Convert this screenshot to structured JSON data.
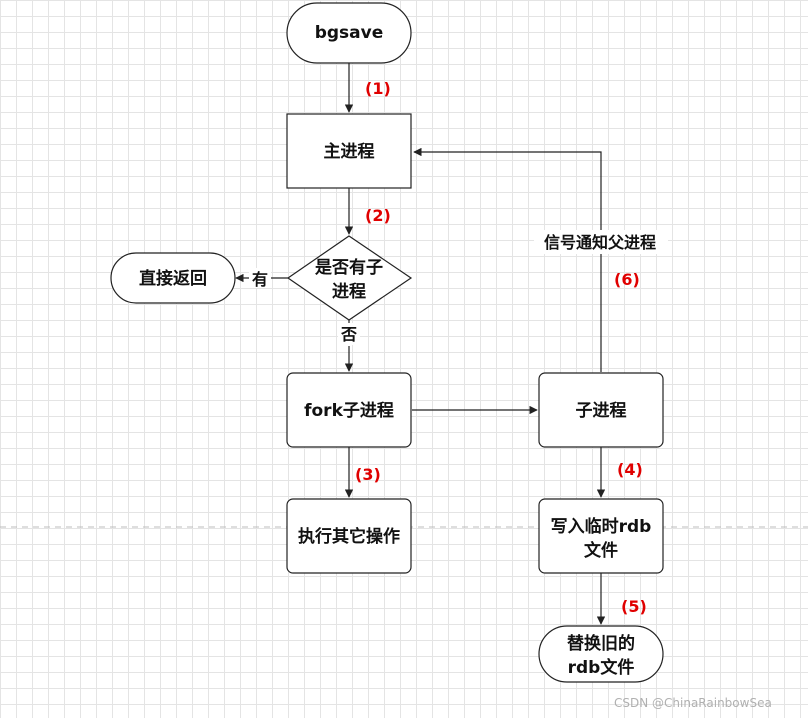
{
  "nodes": {
    "bgsave": "bgsave",
    "main_process": "主进程",
    "has_child_line1": "是否有子",
    "has_child_line2": "进程",
    "direct_return": "直接返回",
    "fork_child": "fork子进程",
    "child_process": "子进程",
    "other_ops": "执行其它操作",
    "write_tmp_line1": "写入临时rdb",
    "write_tmp_line2": "文件",
    "replace_line1": "替换旧的",
    "replace_line2": "rdb文件"
  },
  "edges": {
    "yes": "有",
    "no": "否",
    "signal_parent": "信号通知父进程"
  },
  "steps": {
    "s1": "(1)",
    "s2": "(2)",
    "s3": "(3)",
    "s4": "(4)",
    "s5": "(5)",
    "s6": "(6)"
  },
  "watermark": "CSDN @ChinaRainbowSea",
  "colors": {
    "step_label": "#e00000",
    "stroke": "#222222",
    "grid": "#e4e4e4"
  }
}
